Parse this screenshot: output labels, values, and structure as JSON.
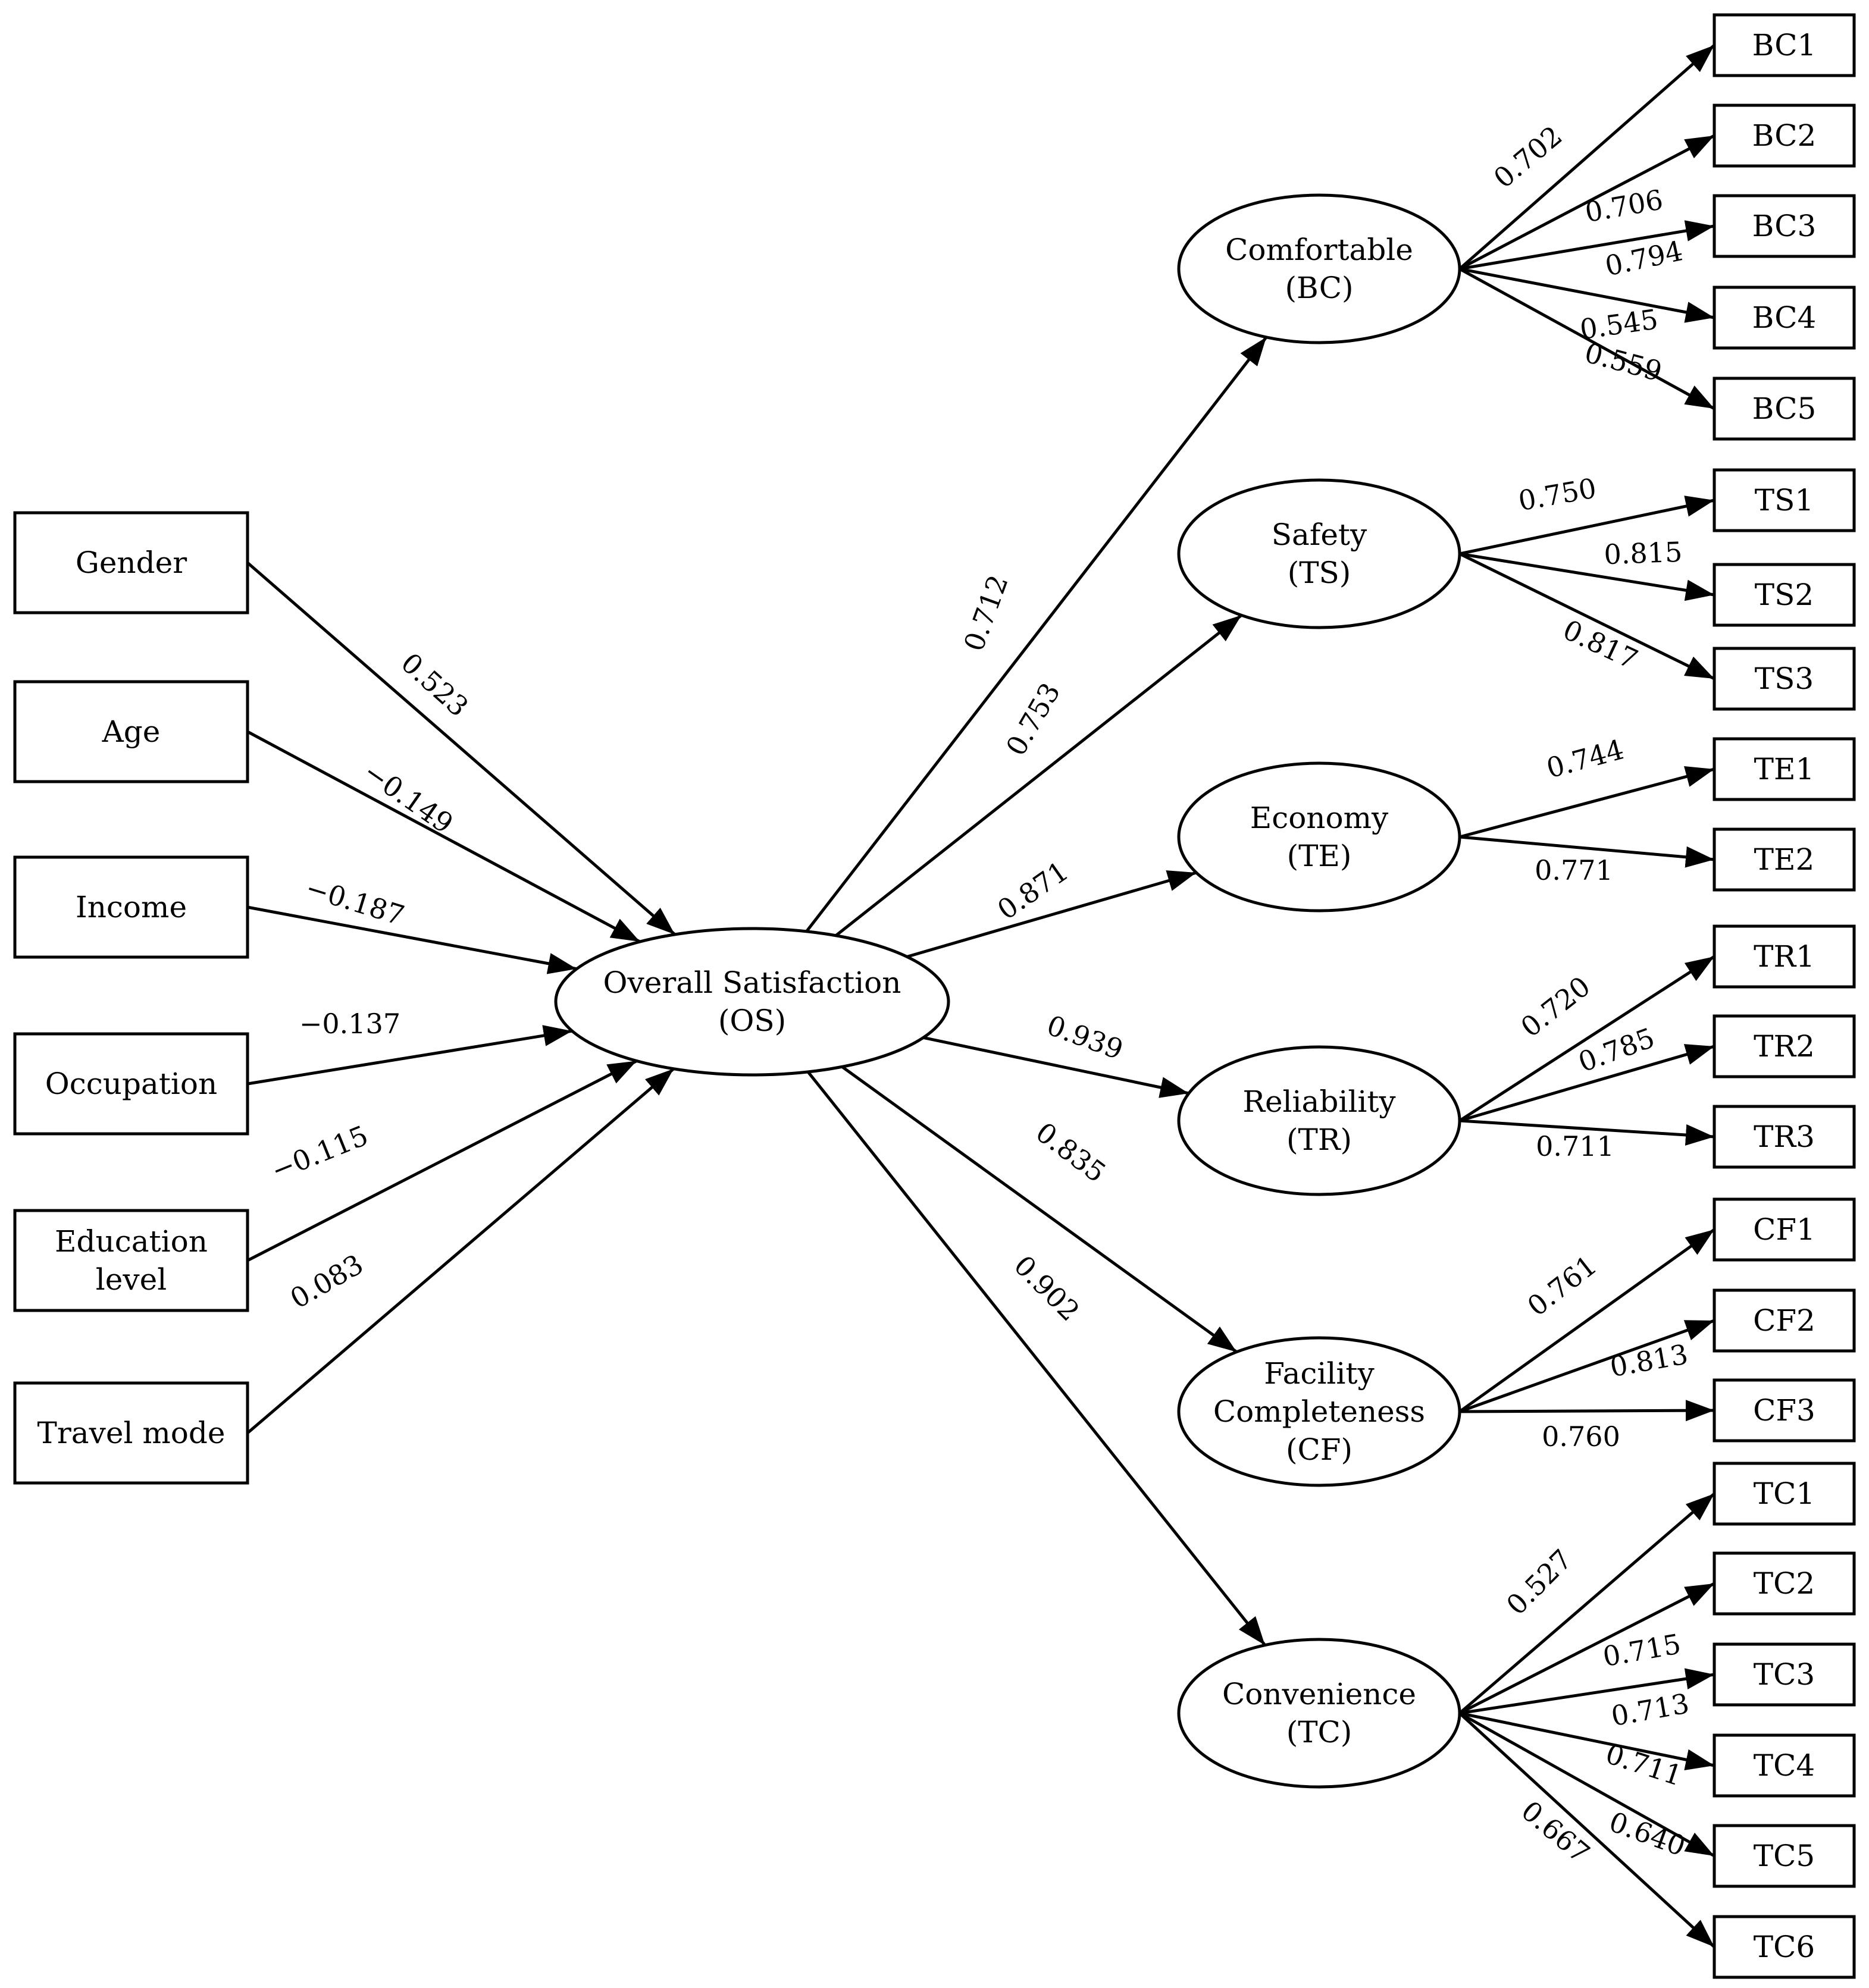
{
  "diagram": {
    "center": {
      "id": "OS",
      "lines": [
        "Overall Satisfaction",
        "(OS)"
      ]
    },
    "demographics": [
      {
        "id": "gender",
        "lines": [
          "Gender"
        ],
        "coef": "0.523"
      },
      {
        "id": "age",
        "lines": [
          "Age"
        ],
        "coef": "−0.149"
      },
      {
        "id": "income",
        "lines": [
          "Income"
        ],
        "coef": "−0.187"
      },
      {
        "id": "occupation",
        "lines": [
          "Occupation"
        ],
        "coef": "−0.137"
      },
      {
        "id": "education",
        "lines": [
          "Education",
          "level"
        ],
        "coef": "−0.115"
      },
      {
        "id": "travel-mode",
        "lines": [
          "Travel mode"
        ],
        "coef": "0.083"
      }
    ],
    "factors": [
      {
        "id": "BC",
        "lines": [
          "Comfortable",
          "(BC)"
        ],
        "coef": "0.712",
        "indicators": [
          {
            "label": "BC1",
            "coef": "0.702"
          },
          {
            "label": "BC2",
            "coef": "0.706"
          },
          {
            "label": "BC3",
            "coef": "0.794"
          },
          {
            "label": "BC4",
            "coef": "0.545"
          },
          {
            "label": "BC5",
            "coef": "0.559"
          }
        ]
      },
      {
        "id": "TS",
        "lines": [
          "Safety",
          "(TS)"
        ],
        "coef": "0.753",
        "indicators": [
          {
            "label": "TS1",
            "coef": "0.750"
          },
          {
            "label": "TS2",
            "coef": "0.815"
          },
          {
            "label": "TS3",
            "coef": "0.817"
          }
        ]
      },
      {
        "id": "TE",
        "lines": [
          "Economy",
          "(TE)"
        ],
        "coef": "0.871",
        "indicators": [
          {
            "label": "TE1",
            "coef": "0.744"
          },
          {
            "label": "TE2",
            "coef": "0.771"
          }
        ]
      },
      {
        "id": "TR",
        "lines": [
          "Reliability",
          "(TR)"
        ],
        "coef": "0.939",
        "indicators": [
          {
            "label": "TR1",
            "coef": "0.720"
          },
          {
            "label": "TR2",
            "coef": "0.785"
          },
          {
            "label": "TR3",
            "coef": "0.711"
          }
        ]
      },
      {
        "id": "CF",
        "lines": [
          "Facility",
          "Completeness",
          "(CF)"
        ],
        "coef": "0.835",
        "indicators": [
          {
            "label": "CF1",
            "coef": "0.761"
          },
          {
            "label": "CF2",
            "coef": "0.813"
          },
          {
            "label": "CF3",
            "coef": "0.760"
          }
        ]
      },
      {
        "id": "TC",
        "lines": [
          "Convenience",
          "(TC)"
        ],
        "coef": "0.902",
        "indicators": [
          {
            "label": "TC1",
            "coef": "0.527"
          },
          {
            "label": "TC2",
            "coef": "0.715"
          },
          {
            "label": "TC3",
            "coef": "0.713"
          },
          {
            "label": "TC4",
            "coef": "0.711"
          },
          {
            "label": "TC5",
            "coef": "0.640"
          },
          {
            "label": "TC6",
            "coef": "0.667"
          }
        ]
      }
    ]
  }
}
